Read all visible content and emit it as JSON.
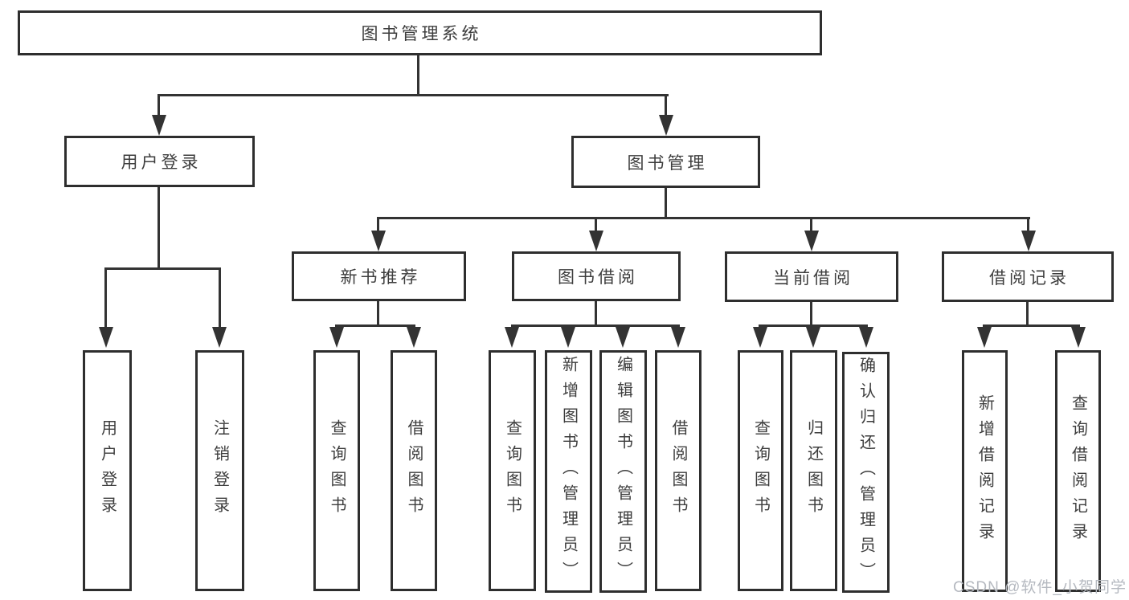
{
  "diagram": {
    "root": {
      "label": "图书管理系统",
      "children": [
        {
          "label": "用户登录",
          "children": [
            {
              "label": "用户登录"
            },
            {
              "label": "注销登录"
            }
          ]
        },
        {
          "label": "图书管理",
          "children": [
            {
              "label": "新书推荐",
              "children": [
                {
                  "label": "查询图书"
                },
                {
                  "label": "借阅图书"
                }
              ]
            },
            {
              "label": "图书借阅",
              "children": [
                {
                  "label": "查询图书"
                },
                {
                  "label": "新增图书（管理员）"
                },
                {
                  "label": "编辑图书（管理员）"
                },
                {
                  "label": "借阅图书"
                }
              ]
            },
            {
              "label": "当前借阅",
              "children": [
                {
                  "label": "查询图书"
                },
                {
                  "label": "归还图书"
                },
                {
                  "label": "确认归还（管理员）"
                }
              ]
            },
            {
              "label": "借阅记录",
              "children": [
                {
                  "label": "新增借阅记录"
                },
                {
                  "label": "查询借阅记录"
                }
              ]
            }
          ]
        }
      ]
    }
  },
  "watermark": {
    "text": "CSDN @软件_小贺同学"
  },
  "colors": {
    "line": "#333333",
    "box_border": "#2e2e2e",
    "text": "#3d3d3d",
    "watermark": "#b5b9c0",
    "background": "#ffffff"
  }
}
